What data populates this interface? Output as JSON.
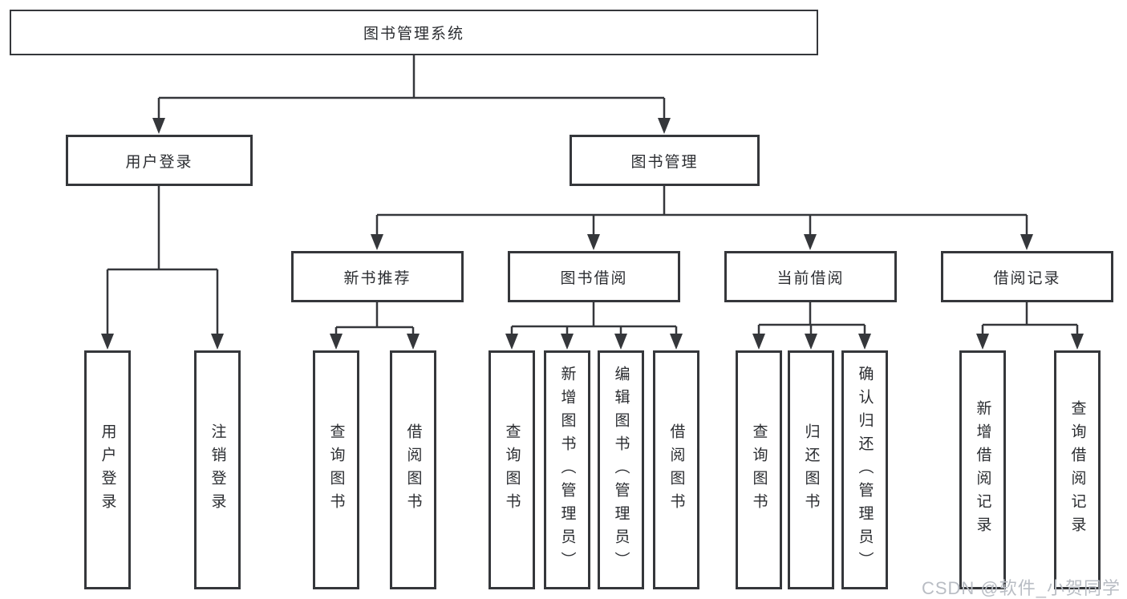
{
  "diagram": {
    "title": "图书管理系统",
    "root": {
      "label": "图书管理系统"
    },
    "branches": [
      {
        "label": "用户登录",
        "children": [
          {
            "label": "用户登录"
          },
          {
            "label": "注销登录"
          }
        ]
      },
      {
        "label": "图书管理",
        "children": [
          {
            "label": "新书推荐",
            "children": [
              {
                "label": "查询图书"
              },
              {
                "label": "借阅图书"
              }
            ]
          },
          {
            "label": "图书借阅",
            "children": [
              {
                "label": "查询图书"
              },
              {
                "label": "新增图书（管理员）"
              },
              {
                "label": "编辑图书（管理员）"
              },
              {
                "label": "借阅图书"
              }
            ]
          },
          {
            "label": "当前借阅",
            "children": [
              {
                "label": "查询图书"
              },
              {
                "label": "归还图书"
              },
              {
                "label": "确认归还（管理员）"
              }
            ]
          },
          {
            "label": "借阅记录",
            "children": [
              {
                "label": "新增借阅记录"
              },
              {
                "label": "查询借阅记录"
              }
            ]
          }
        ]
      }
    ]
  },
  "watermark": {
    "text": "CSDN @软件_小贺同学"
  },
  "colors": {
    "line": "#35373b",
    "border": "#35373b",
    "text": "#2b2d31",
    "watermark": "#b9bdc4",
    "background": "#ffffff"
  }
}
